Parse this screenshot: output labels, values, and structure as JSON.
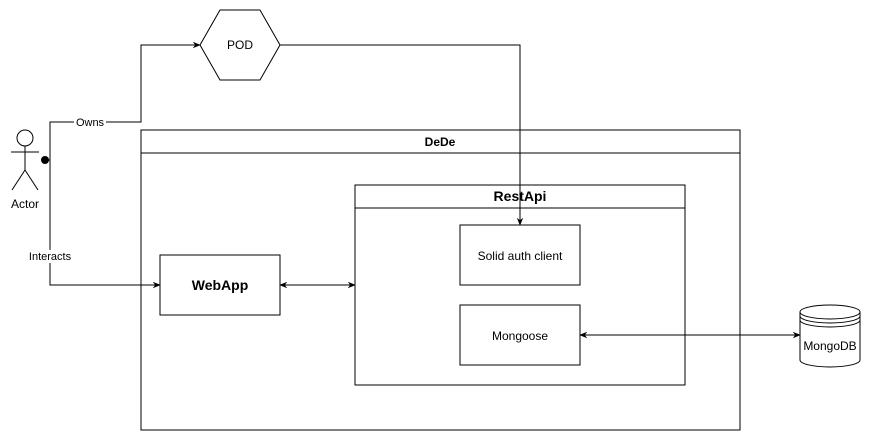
{
  "actor": {
    "label": "Actor"
  },
  "edges": {
    "owns": "Owns",
    "interacts": "Interacts"
  },
  "pod": {
    "label": "POD"
  },
  "dede": {
    "title": "DeDe"
  },
  "restapi": {
    "title": "RestApi"
  },
  "webapp": {
    "label": "WebApp"
  },
  "solid_auth_client": {
    "label": "Solid auth client"
  },
  "mongoose": {
    "label": "Mongoose"
  },
  "mongodb": {
    "label": "MongoDB"
  }
}
